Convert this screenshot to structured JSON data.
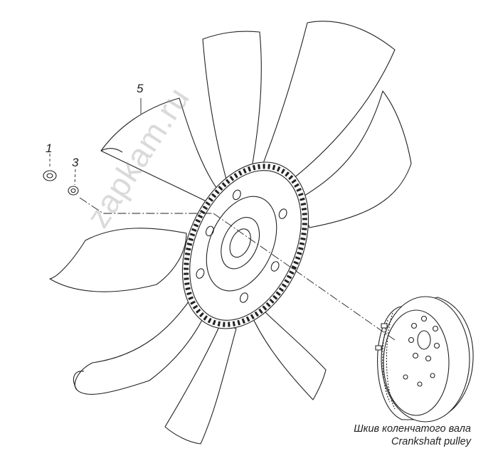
{
  "callouts": {
    "fan": "5",
    "nut": "1",
    "washer": "3"
  },
  "caption": {
    "ru": "Шкив коленчатого вала",
    "en": "Crankshaft pulley"
  },
  "watermark": "zapkam.ru",
  "colors": {
    "line": "#222222",
    "background": "#ffffff"
  }
}
